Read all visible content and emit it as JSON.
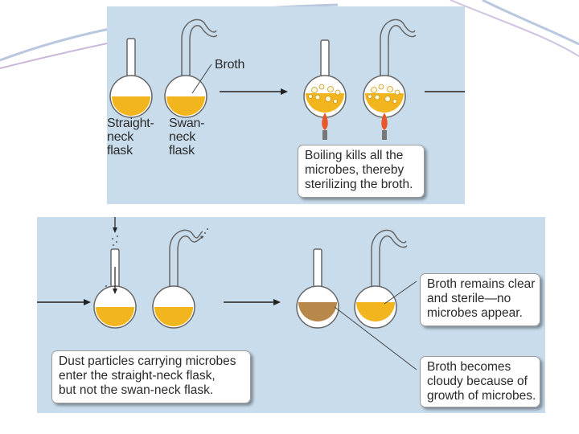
{
  "diagram": {
    "labels": {
      "broth": "Broth",
      "straight_neck_flask": "Straight-\nneck\nflask",
      "swan_neck_flask": "Swan-\nneck\nflask"
    },
    "callouts": {
      "boiling": "Boiling kills all the\nmicrobes, thereby\nsterilizing the broth.",
      "dust": "Dust particles carrying microbes\nenter the straight-neck flask,\nbut not the swan-neck flask.",
      "clear": "Broth remains clear\nand sterile—no\nmicrobes appear.",
      "cloudy": "Broth becomes\ncloudy because of\ngrowth of microbes."
    },
    "colors": {
      "panel": "#c9dcec",
      "broth": "#f2b51d",
      "cloudy_broth": "#b8884a",
      "glass": "#ffffff",
      "flame": "#e8582a"
    }
  }
}
